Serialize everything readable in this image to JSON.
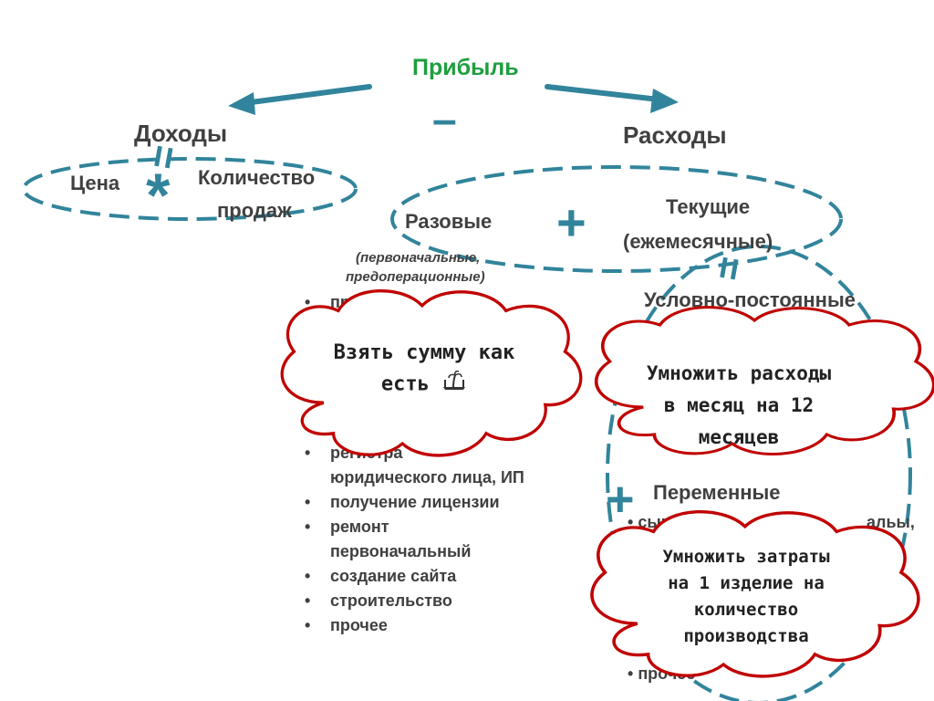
{
  "title": "Прибыль",
  "minus_sign": "–",
  "income": {
    "label": "Доходы",
    "price": "Цена",
    "quantity_line1": "Количество",
    "quantity_line2": "продаж",
    "operator": "*",
    "equals": "="
  },
  "expenses": {
    "label": "Расходы",
    "one_time": "Разовые",
    "plus": "+",
    "current_line1": "Текущие",
    "current_line2": "(ежемесячные)",
    "one_time_note_line1": "(первоначальные,",
    "one_time_note_line2": "предоперационные)",
    "one_time_items": [
      "приоб",
      "регистра",
      "юридического лица, ИП",
      "получение лицензии",
      "ремонт",
      "первоначальный",
      "создание сайта",
      "строительство",
      "прочее"
    ],
    "equals": "=",
    "conditional_fixed": "Условно-постоянные",
    "plus2": "+",
    "variable": "Переменные",
    "variable_items": [
      "сыр",
      "альы,",
      "прочее"
    ]
  },
  "clouds": {
    "one_time_line1": "Взять сумму как",
    "one_time_line2": "есть",
    "monthly_line1": "Умножить расходы",
    "monthly_line2": "в месяц на 12",
    "monthly_line3": "месяцев",
    "variable_line1": "Умножить затраты",
    "variable_line2": "на 1 изделие на",
    "variable_line3": "количество",
    "variable_line4": "производства"
  },
  "colors": {
    "title_green": "#1e9e3e",
    "arrow_teal": "#31849b",
    "cloud_red": "#c00000",
    "cloud_fill": "#ffffff"
  }
}
